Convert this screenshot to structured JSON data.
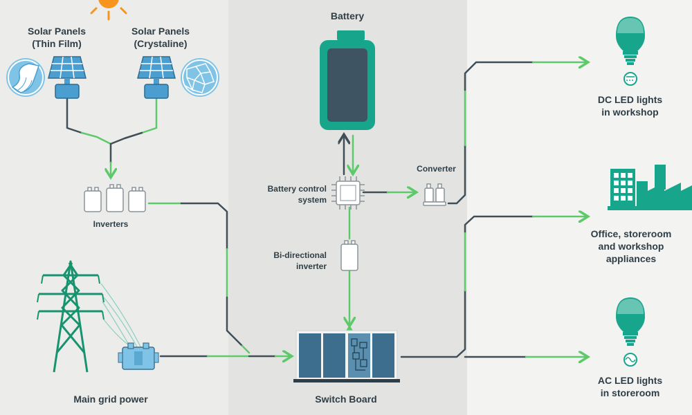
{
  "colors": {
    "background": "#ececea",
    "center_panel": "#e3e4e2",
    "right_panel": "#f3f3f1",
    "wire_dark": "#3f4e57",
    "wire_green": "#5ec96a",
    "teal": "#1aa58a",
    "blue_light": "#7fc3e6",
    "slate": "#2f3e46",
    "steel": "#3e6e8e"
  },
  "labels": {
    "solar_thin": [
      "Solar Panels",
      "(Thin Film)"
    ],
    "solar_crystal": [
      "Solar Panels",
      "(Crystaline)"
    ],
    "inverters": "Inverters",
    "main_grid": "Main grid power",
    "battery": "Battery",
    "battery_control": [
      "Battery control",
      "system"
    ],
    "converter": "Converter",
    "bi_inverter": [
      "Bi-directional",
      "inverter"
    ],
    "switch_board": "Switch Board",
    "dc_lights": [
      "DC LED lights",
      "in workshop"
    ],
    "office": [
      "Office, storeroom",
      "and workshop",
      "appliances"
    ],
    "ac_lights": [
      "AC LED lights",
      "in storeroom"
    ]
  },
  "icons": {
    "sun": "sun-icon",
    "thin_film": "thin-film-panel-icon",
    "crystal": "crystalline-panel-icon",
    "solar_panel": "solar-panel-icon",
    "inverter": "inverter-icon",
    "pylon": "power-pylon-icon",
    "transformer": "transformer-icon",
    "battery": "battery-icon",
    "chip": "chip-icon",
    "converter": "converter-icon",
    "switchboard": "switchboard-icon",
    "bulb": "led-bulb-icon",
    "factory": "factory-icon"
  }
}
